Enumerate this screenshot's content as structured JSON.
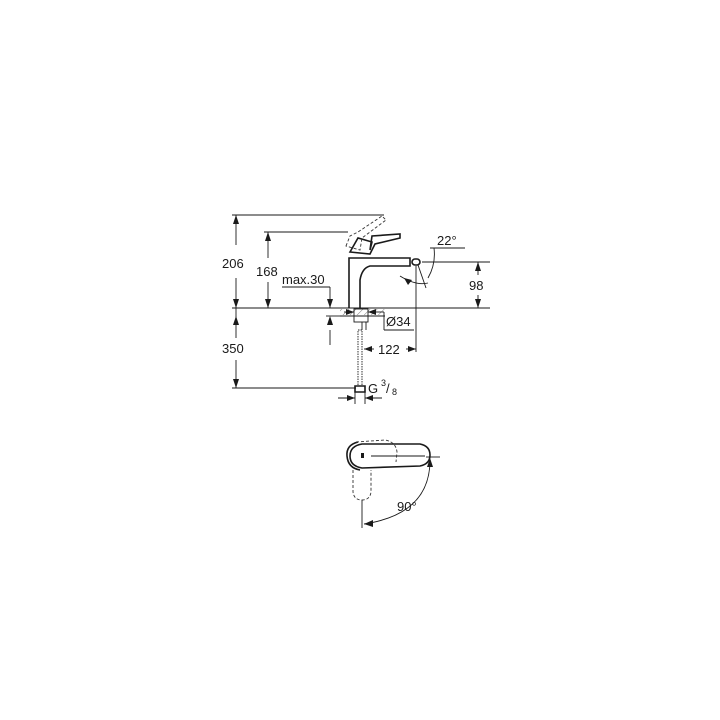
{
  "drawing": {
    "title": "Basin mixer technical drawing",
    "dimensions": {
      "total_height": "206",
      "body_height": "168",
      "max_thickness": "max.30",
      "spout_angle": "22°",
      "spout_height": "98",
      "base_diameter": "Ø34",
      "projection": "122",
      "hose_length": "350",
      "connection_thread_prefix": "G",
      "connection_thread_num": "3",
      "connection_thread_den": "8",
      "lever_rotation": "90°"
    }
  }
}
